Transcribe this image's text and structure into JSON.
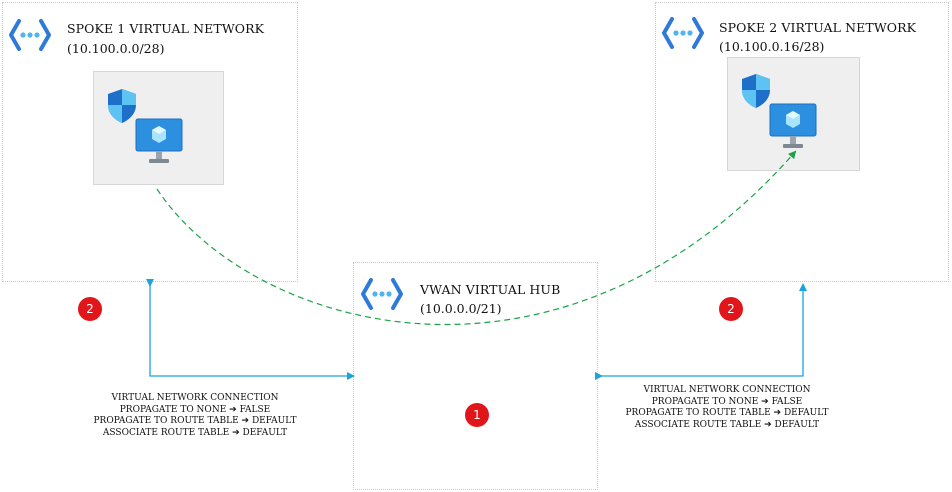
{
  "spoke1": {
    "title": "SPOKE 1 VIRTUAL NETWORK",
    "cidr": "(10.100.0.0/28)",
    "badge": "2",
    "connection": {
      "line1": "VIRTUAL NETWORK CONNECTION",
      "line2_label": "PROPAGATE TO NONE",
      "line2_value": "FALSE",
      "line3_label": "PROPAGATE TO ROUTE TABLE",
      "line3_value": "DEFAULT",
      "line4_label": "ASSOCIATE ROUTE TABLE",
      "line4_value": "DEFAULT"
    }
  },
  "spoke2": {
    "title": "SPOKE 2 VIRTUAL NETWORK",
    "cidr": "(10.100.0.16/28)",
    "badge": "2",
    "connection": {
      "line1": "VIRTUAL NETWORK CONNECTION",
      "line2_label": "PROPAGATE TO NONE",
      "line2_value": "FALSE",
      "line3_label": "PROPAGATE TO ROUTE TABLE",
      "line3_value": "DEFAULT",
      "line4_label": "ASSOCIATE ROUTE TABLE",
      "line4_value": "DEFAULT"
    }
  },
  "hub": {
    "title": "VWAN VIRTUAL HUB",
    "cidr": "(10.0.0.0/21)",
    "badge": "1"
  },
  "arrow_symbol": "➔",
  "colors": {
    "connector_blue": "#1aa3dc",
    "traffic_green": "#1aa34a",
    "badge_red": "#e0161b",
    "vnet_icon_blue": "#2f7ad8"
  },
  "icons": {
    "vnet": "virtual-network-icon",
    "nsg": "shield-icon",
    "vm": "virtual-machine-icon"
  }
}
